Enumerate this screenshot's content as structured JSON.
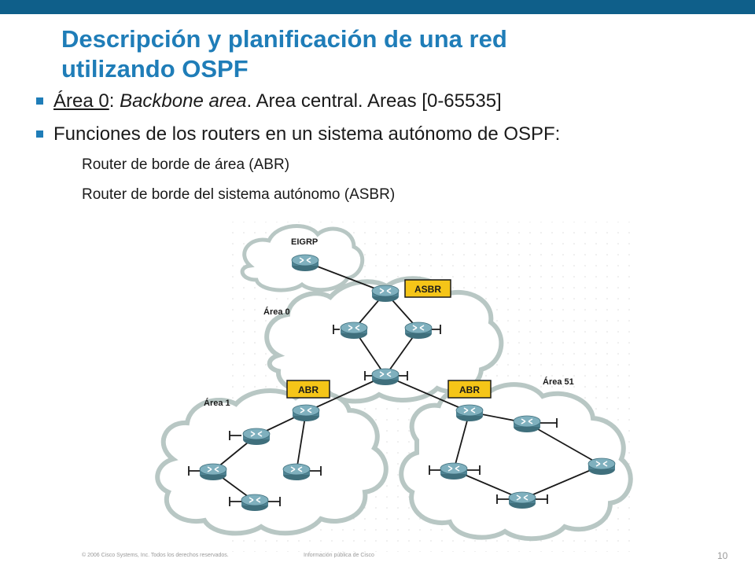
{
  "slide": {
    "title_line1": "Descripción y planificación de una red",
    "title_line2": "utilizando OSPF",
    "bullet1": {
      "underlined": "Área 0",
      "sep": ": ",
      "italic": "Backbone area",
      "rest": ". Area central. Areas [0-65535]"
    },
    "bullet2": "Funciones de los routers en un sistema autónomo de OSPF:",
    "sub1": "Router de borde de área (ABR)",
    "sub2": "Router de borde del sistema autónomo (ASBR)"
  },
  "diagram": {
    "clouds": {
      "eigrp": "EIGRP",
      "area0": "Área 0",
      "area1": "Área 1",
      "area51": "Área 51"
    },
    "tags": {
      "asbr": "ASBR",
      "abr_left": "ABR",
      "abr_right": "ABR"
    }
  },
  "footer": {
    "copyright": "© 2006 Cisco Systems, Inc. Todos los derechos reservados.",
    "info": "Información pública de Cisco",
    "page": "10"
  },
  "colors": {
    "top_bar": "#0f5f8a",
    "title": "#1f7db8",
    "tag_fill": "#f5c518",
    "router": "#5a8f9e"
  }
}
